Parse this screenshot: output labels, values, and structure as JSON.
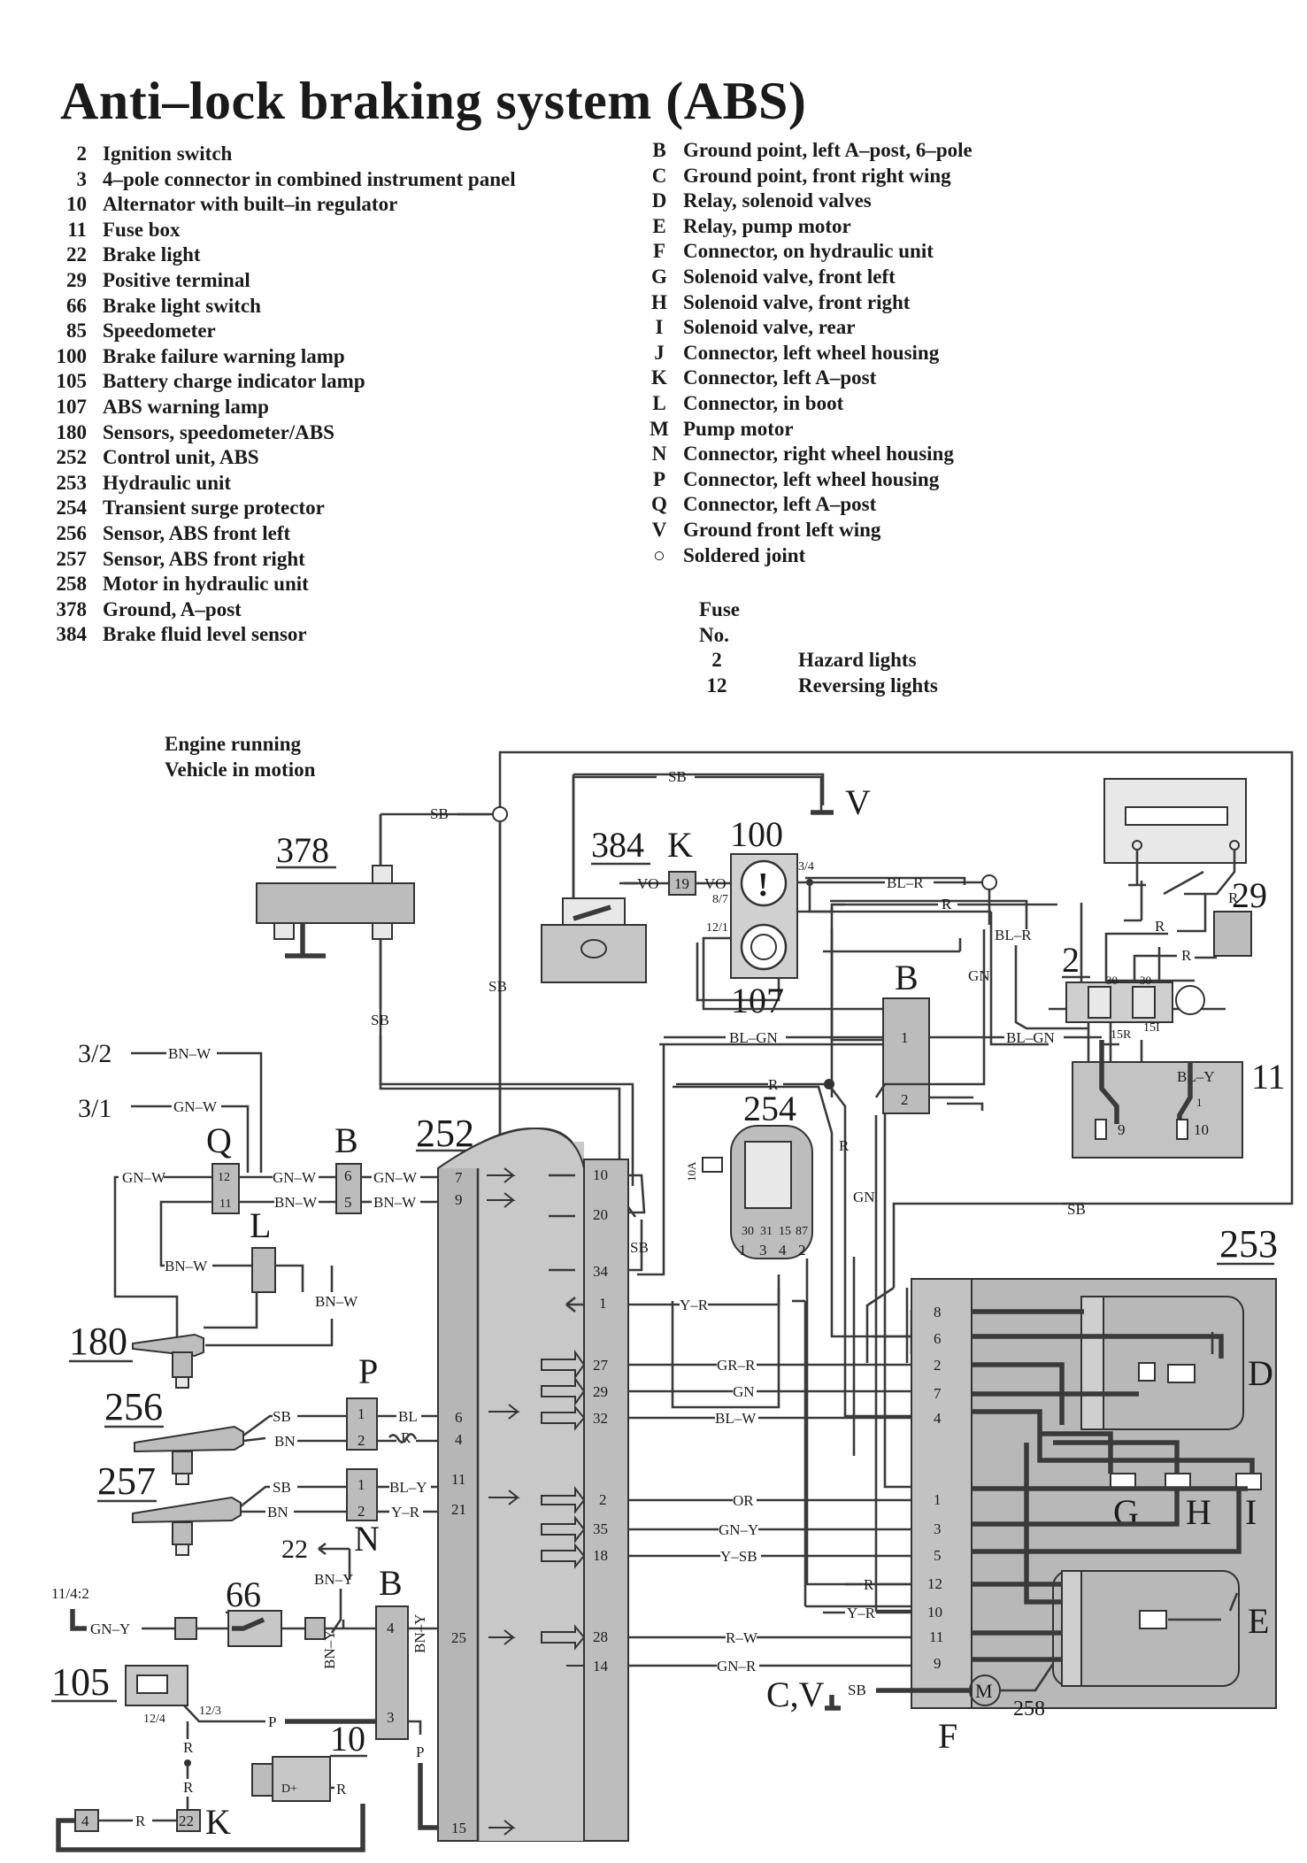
{
  "title": "Anti–lock braking system (ABS)",
  "legend_left": [
    {
      "num": "2",
      "label": "Ignition switch"
    },
    {
      "num": "3",
      "label": "4–pole connector in combined instrument panel"
    },
    {
      "num": "10",
      "label": "Alternator with built–in regulator"
    },
    {
      "num": "11",
      "label": "Fuse box"
    },
    {
      "num": "22",
      "label": "Brake light"
    },
    {
      "num": "29",
      "label": "Positive terminal"
    },
    {
      "num": "66",
      "label": "Brake light switch"
    },
    {
      "num": "85",
      "label": "Speedometer"
    },
    {
      "num": "100",
      "label": "Brake failure warning lamp"
    },
    {
      "num": "105",
      "label": "Battery charge indicator lamp"
    },
    {
      "num": "107",
      "label": "ABS warning lamp"
    },
    {
      "num": "180",
      "label": "Sensors, speedometer/ABS"
    },
    {
      "num": "252",
      "label": "Control unit, ABS"
    },
    {
      "num": "253",
      "label": "Hydraulic unit"
    },
    {
      "num": "254",
      "label": "Transient surge protector"
    },
    {
      "num": "256",
      "label": "Sensor, ABS front left"
    },
    {
      "num": "257",
      "label": "Sensor, ABS front right"
    },
    {
      "num": "258",
      "label": "Motor in hydraulic unit"
    },
    {
      "num": "378",
      "label": "Ground, A–post"
    },
    {
      "num": "384",
      "label": "Brake fluid level sensor"
    }
  ],
  "legend_right": [
    {
      "letter": "B",
      "label": "Ground point, left A–post, 6–pole"
    },
    {
      "letter": "C",
      "label": "Ground point, front right wing"
    },
    {
      "letter": "D",
      "label": "Relay, solenoid valves"
    },
    {
      "letter": "E",
      "label": "Relay, pump motor"
    },
    {
      "letter": "F",
      "label": "Connector, on hydraulic unit"
    },
    {
      "letter": "G",
      "label": "Solenoid valve, front left"
    },
    {
      "letter": "H",
      "label": "Solenoid valve, front right"
    },
    {
      "letter": "I",
      "label": "Solenoid valve, rear"
    },
    {
      "letter": "J",
      "label": "Connector, left wheel housing"
    },
    {
      "letter": "K",
      "label": "Connector, left A–post"
    },
    {
      "letter": "L",
      "label": "Connector, in boot"
    },
    {
      "letter": "M",
      "label": "Pump motor"
    },
    {
      "letter": "N",
      "label": "Connector,  right wheel housing"
    },
    {
      "letter": "P",
      "label": "Connector, left wheel housing"
    },
    {
      "letter": "Q",
      "label": "Connector, left A–post"
    },
    {
      "letter": "V",
      "label": "Ground front left wing"
    },
    {
      "letter": "○",
      "label": "Soldered joint"
    }
  ],
  "fuse": {
    "header1": "Fuse",
    "header2": "No.",
    "rows": [
      {
        "num": "2",
        "label": "Hazard lights"
      },
      {
        "num": "12",
        "label": "Reversing lights"
      }
    ]
  },
  "condition": {
    "line1": "Engine running",
    "line2": "Vehicle in motion"
  },
  "diagram": {
    "components": {
      "c378": "378",
      "c384": "384",
      "cK_top": "K",
      "c100": "100",
      "c107": "107",
      "c29": "29",
      "c2": "2",
      "cB_top": "B",
      "c11": "11",
      "c254": "254",
      "c252": "252",
      "c253": "253",
      "cQ": "Q",
      "cB_left": "B",
      "cL": "L",
      "c180": "180",
      "cP": "P",
      "c256": "256",
      "c257": "257",
      "cN": "N",
      "c66": "66",
      "cB_bot": "B",
      "c105": "105",
      "c10": "10",
      "cK_bot": "K",
      "cV_top": "V",
      "cD": "D",
      "cE": "E",
      "cF": "F",
      "cG": "G",
      "cH": "H",
      "cI": "I",
      "c258": "258",
      "cCV": "C,V"
    },
    "wires": {
      "sb": "SB",
      "vo": "VO",
      "bl_r": "BL–R",
      "r": "R",
      "gn": "GN",
      "bl_gn": "BL–GN",
      "bl_y": "BL–Y",
      "bn_w": "BN–W",
      "gn_w": "GN–W",
      "bn": "BN",
      "bl": "BL",
      "y_r": "Y–R",
      "gn_y": "GN–Y",
      "bn_y": "BN–Y",
      "p": "P",
      "gr_r": "GR–R",
      "bl_w": "BL–W",
      "or": "OR",
      "y_sb": "Y–SB",
      "r_w": "R–W",
      "gn_r": "GN–R",
      "d_plus": "D+"
    },
    "refs": {
      "r3_2": "3/2",
      "r3_1": "3/1",
      "r22": "22",
      "r11_4_2": "11/4:2",
      "r3_4": "3/4",
      "r8_7": "8/7",
      "r12_1": "12/1",
      "r12_4": "12/4",
      "r12_3": "12/3",
      "r15R": "15R",
      "r15I": "15I",
      "f10A": "10A",
      "k19": "19",
      "k4": "4",
      "k22": "22"
    }
  }
}
